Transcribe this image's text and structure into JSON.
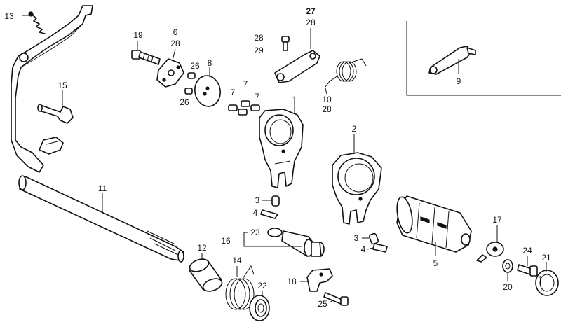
{
  "callouts": {
    "c13": "13",
    "c19": "19",
    "c6": "6",
    "c28a": "28",
    "c26a": "26",
    "c8": "8",
    "c26b": "26",
    "c15": "15",
    "c7a": "7",
    "c7b": "7",
    "c7c": "7",
    "c27": "27",
    "c28b": "28",
    "c28c": "28",
    "c29": "29",
    "c10": "10",
    "c28d": "28",
    "c9": "9",
    "c1": "1",
    "c2": "2",
    "c11": "11",
    "c3a": "3",
    "c4a": "4",
    "c23": "23",
    "c16": "16",
    "c3b": "3",
    "c4b": "4",
    "c17": "17",
    "c5": "5",
    "c12": "12",
    "c14": "14",
    "c18": "18",
    "c22": "22",
    "c25": "25",
    "c24": "24",
    "c21": "21",
    "c20": "20"
  }
}
